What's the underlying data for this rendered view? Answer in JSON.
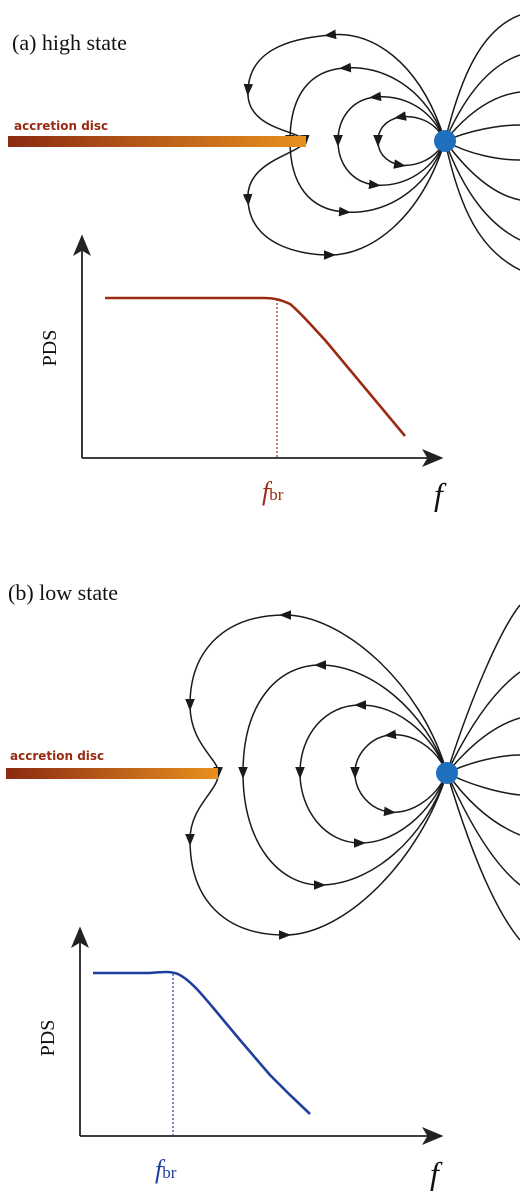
{
  "panels": [
    {
      "label": "(a) high state",
      "disc_label": "accretion disc",
      "pds_label": "PDS",
      "x_axis_label": "f",
      "break_label_main": "f",
      "break_label_sub": "br",
      "curve_color": "#9a2a12",
      "disc_color_dark": "#8a2a12",
      "disc_color_light": "#e8901e"
    },
    {
      "label": "(b) low state",
      "disc_label": "accretion disc",
      "pds_label": "PDS",
      "x_axis_label": "f",
      "break_label_main": "f",
      "break_label_sub": "br",
      "curve_color": "#1f3f9f",
      "disc_color_dark": "#8a2a12",
      "disc_color_light": "#e8901e"
    }
  ],
  "neutron_star_color": "#1f6fbf"
}
